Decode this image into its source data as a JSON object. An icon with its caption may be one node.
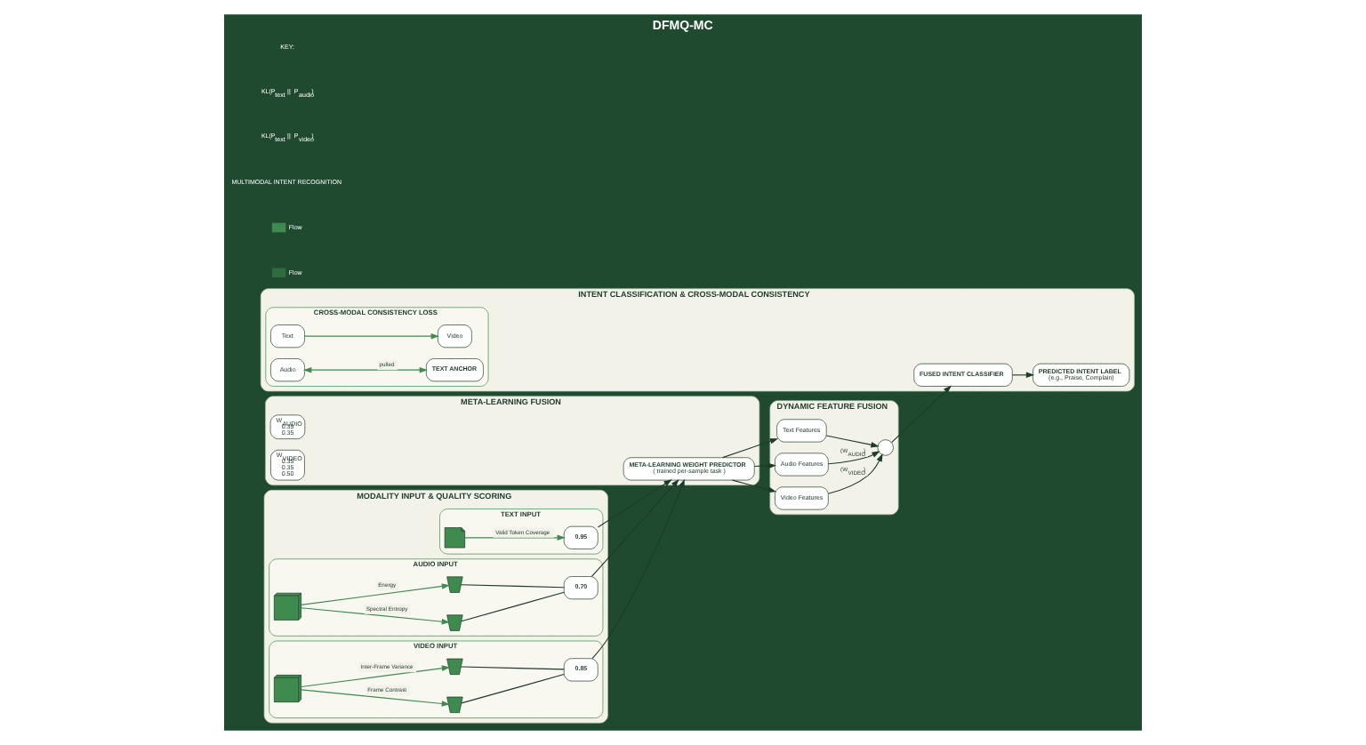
{
  "diagram": {
    "title": "DFMQ-MC",
    "nodes": [
      {
        "text": [
          "MODALITY INPUT & QUALITY SCORING"
        ]
      },
      {
        "text": [
          "TEXT INPUT"
        ],
        "in": 0
      },
      {
        "text": [],
        "shape": "document",
        "in": 1
      },
      {
        "text": [
          "0.95"
        ],
        "in": 1
      },
      {
        "text": [
          "AUDIO INPUT"
        ],
        "in": 0
      },
      {
        "text": [],
        "shape": "picture",
        "in": 4
      },
      {
        "text": [],
        "shape": "gauge",
        "in": 4
      },
      {
        "text": [],
        "shape": "gauge",
        "in": 4
      },
      {
        "text": [
          "0.70"
        ],
        "in": 4
      },
      {
        "text": [
          "VIDEO INPUT"
        ],
        "in": 0
      },
      {
        "text": [],
        "shape": "picture",
        "in": 9
      },
      {
        "text": [],
        "shape": "gauge",
        "in": 9
      },
      {
        "text": [],
        "shape": "gauge",
        "in": 9
      },
      {
        "text": [
          "0.85"
        ],
        "in": 9
      },
      {
        "text": [
          "META-LEARNING FUSION"
        ]
      },
      {
        "text": [
          "META-LEARNING WEIGHT PREDICTOR",
          "( trained per-sample task )"
        ],
        "in": 14
      },
      {
        "text": [
          "W$_{AUDIO}$",
          "0.35",
          "0.35"
        ],
        "in": 14
      },
      {
        "text": [
          "W$_{VIDEO}$",
          "0.35",
          "0.35",
          "0.50"
        ],
        "in": 14
      },
      {
        "text": [
          "DYNAMIC FEATURE FUSION"
        ]
      },
      {
        "text": [
          "Text Features"
        ],
        "in": 18
      },
      {
        "text": [
          "Audio Features"
        ],
        "in": 18
      },
      {
        "text": [
          "Video Features"
        ],
        "in": 18
      },
      {
        "text": [],
        "shape": "circle",
        "in": 18
      },
      {
        "text": [
          "INTENT CLASSIFICATION & CROSS-MODAL CONSISTENCY"
        ]
      },
      {
        "text": [
          "FUSED INTENT CLASSIFIER"
        ],
        "in": 23
      },
      {
        "text": [
          "PREDICTED INTENT LABEL",
          "(e.g., Praise, Complain)"
        ],
        "in": 23
      },
      {
        "text": [
          "CROSS-MODAL CONSISTENCY LOSS"
        ],
        "in": 23
      },
      {
        "text": [
          "Text"
        ],
        "in": 26
      },
      {
        "text": [
          "Audio"
        ],
        "in": 26
      },
      {
        "text": [
          "Video"
        ],
        "in": 26
      },
      {
        "text": [
          "TEXT ANCHOR"
        ],
        "in": 26
      }
    ],
    "edges": [
      {
        "from": 2,
        "to": 3,
        "arrow": "to",
        "label": "Valid Token Coverage",
        "color": "#3f8a4f"
      },
      {
        "from": 5,
        "to": 6,
        "arrow": "to",
        "label": "Energy",
        "color": "#3f8a4f"
      },
      {
        "from": 5,
        "to": 7,
        "arrow": "to",
        "label": "Spectral Entropy",
        "color": "#3f8a4f"
      },
      {
        "from": 6,
        "to": 8,
        "arrow": "none"
      },
      {
        "from": 7,
        "to": 8,
        "arrow": "none"
      },
      {
        "from": 10,
        "to": 11,
        "arrow": "to",
        "label": "Inter-Frame Variance",
        "color": "#3f8a4f"
      },
      {
        "from": 10,
        "to": 12,
        "arrow": "to",
        "label": "Frame Contrast",
        "color": "#3f8a4f"
      },
      {
        "from": 11,
        "to": 13,
        "arrow": "none"
      },
      {
        "from": 12,
        "to": 13,
        "arrow": "none"
      },
      {
        "from": 3,
        "to": 15,
        "arrow": "to"
      },
      {
        "from": 8,
        "to": 15,
        "arrow": "to"
      },
      {
        "from": 13,
        "to": 15,
        "arrow": "to"
      },
      {
        "from": 15,
        "to": 19,
        "arrow": "to"
      },
      {
        "from": 15,
        "to": 20,
        "arrow": "to"
      },
      {
        "from": 15,
        "to": 21,
        "arrow": "to"
      },
      {
        "from": 19,
        "to": 22,
        "arrow": "to"
      },
      {
        "from": 20,
        "to": 22,
        "arrow": "to",
        "label": "(W$_{AUDIO}$)"
      },
      {
        "from": 21,
        "to": 22,
        "arrow": "to",
        "label": "(W$_{VIDEO}$)"
      },
      {
        "from": 22,
        "to": 24,
        "arrow": "to"
      },
      {
        "from": 24,
        "to": 25,
        "arrow": "to"
      },
      {
        "from": 27,
        "to": 29,
        "arrow": "to",
        "color": "#3f8a4f"
      },
      {
        "from": 28,
        "to": 30,
        "arrow": "both",
        "label": "pulled",
        "color": "#3f8a4f"
      }
    ],
    "labels": [
      "KEY:",
      "KL(P$_{text}$ || P$_{audio}$)",
      "KL(P$_{text}$ || P$_{video}$)",
      "MULTIMODAL INTENT RECOGNITION"
    ],
    "legend": [
      {
        "text": "Flow"
      },
      {
        "text": "Flow",
        "color": "#2e6b3f"
      }
    ]
  }
}
